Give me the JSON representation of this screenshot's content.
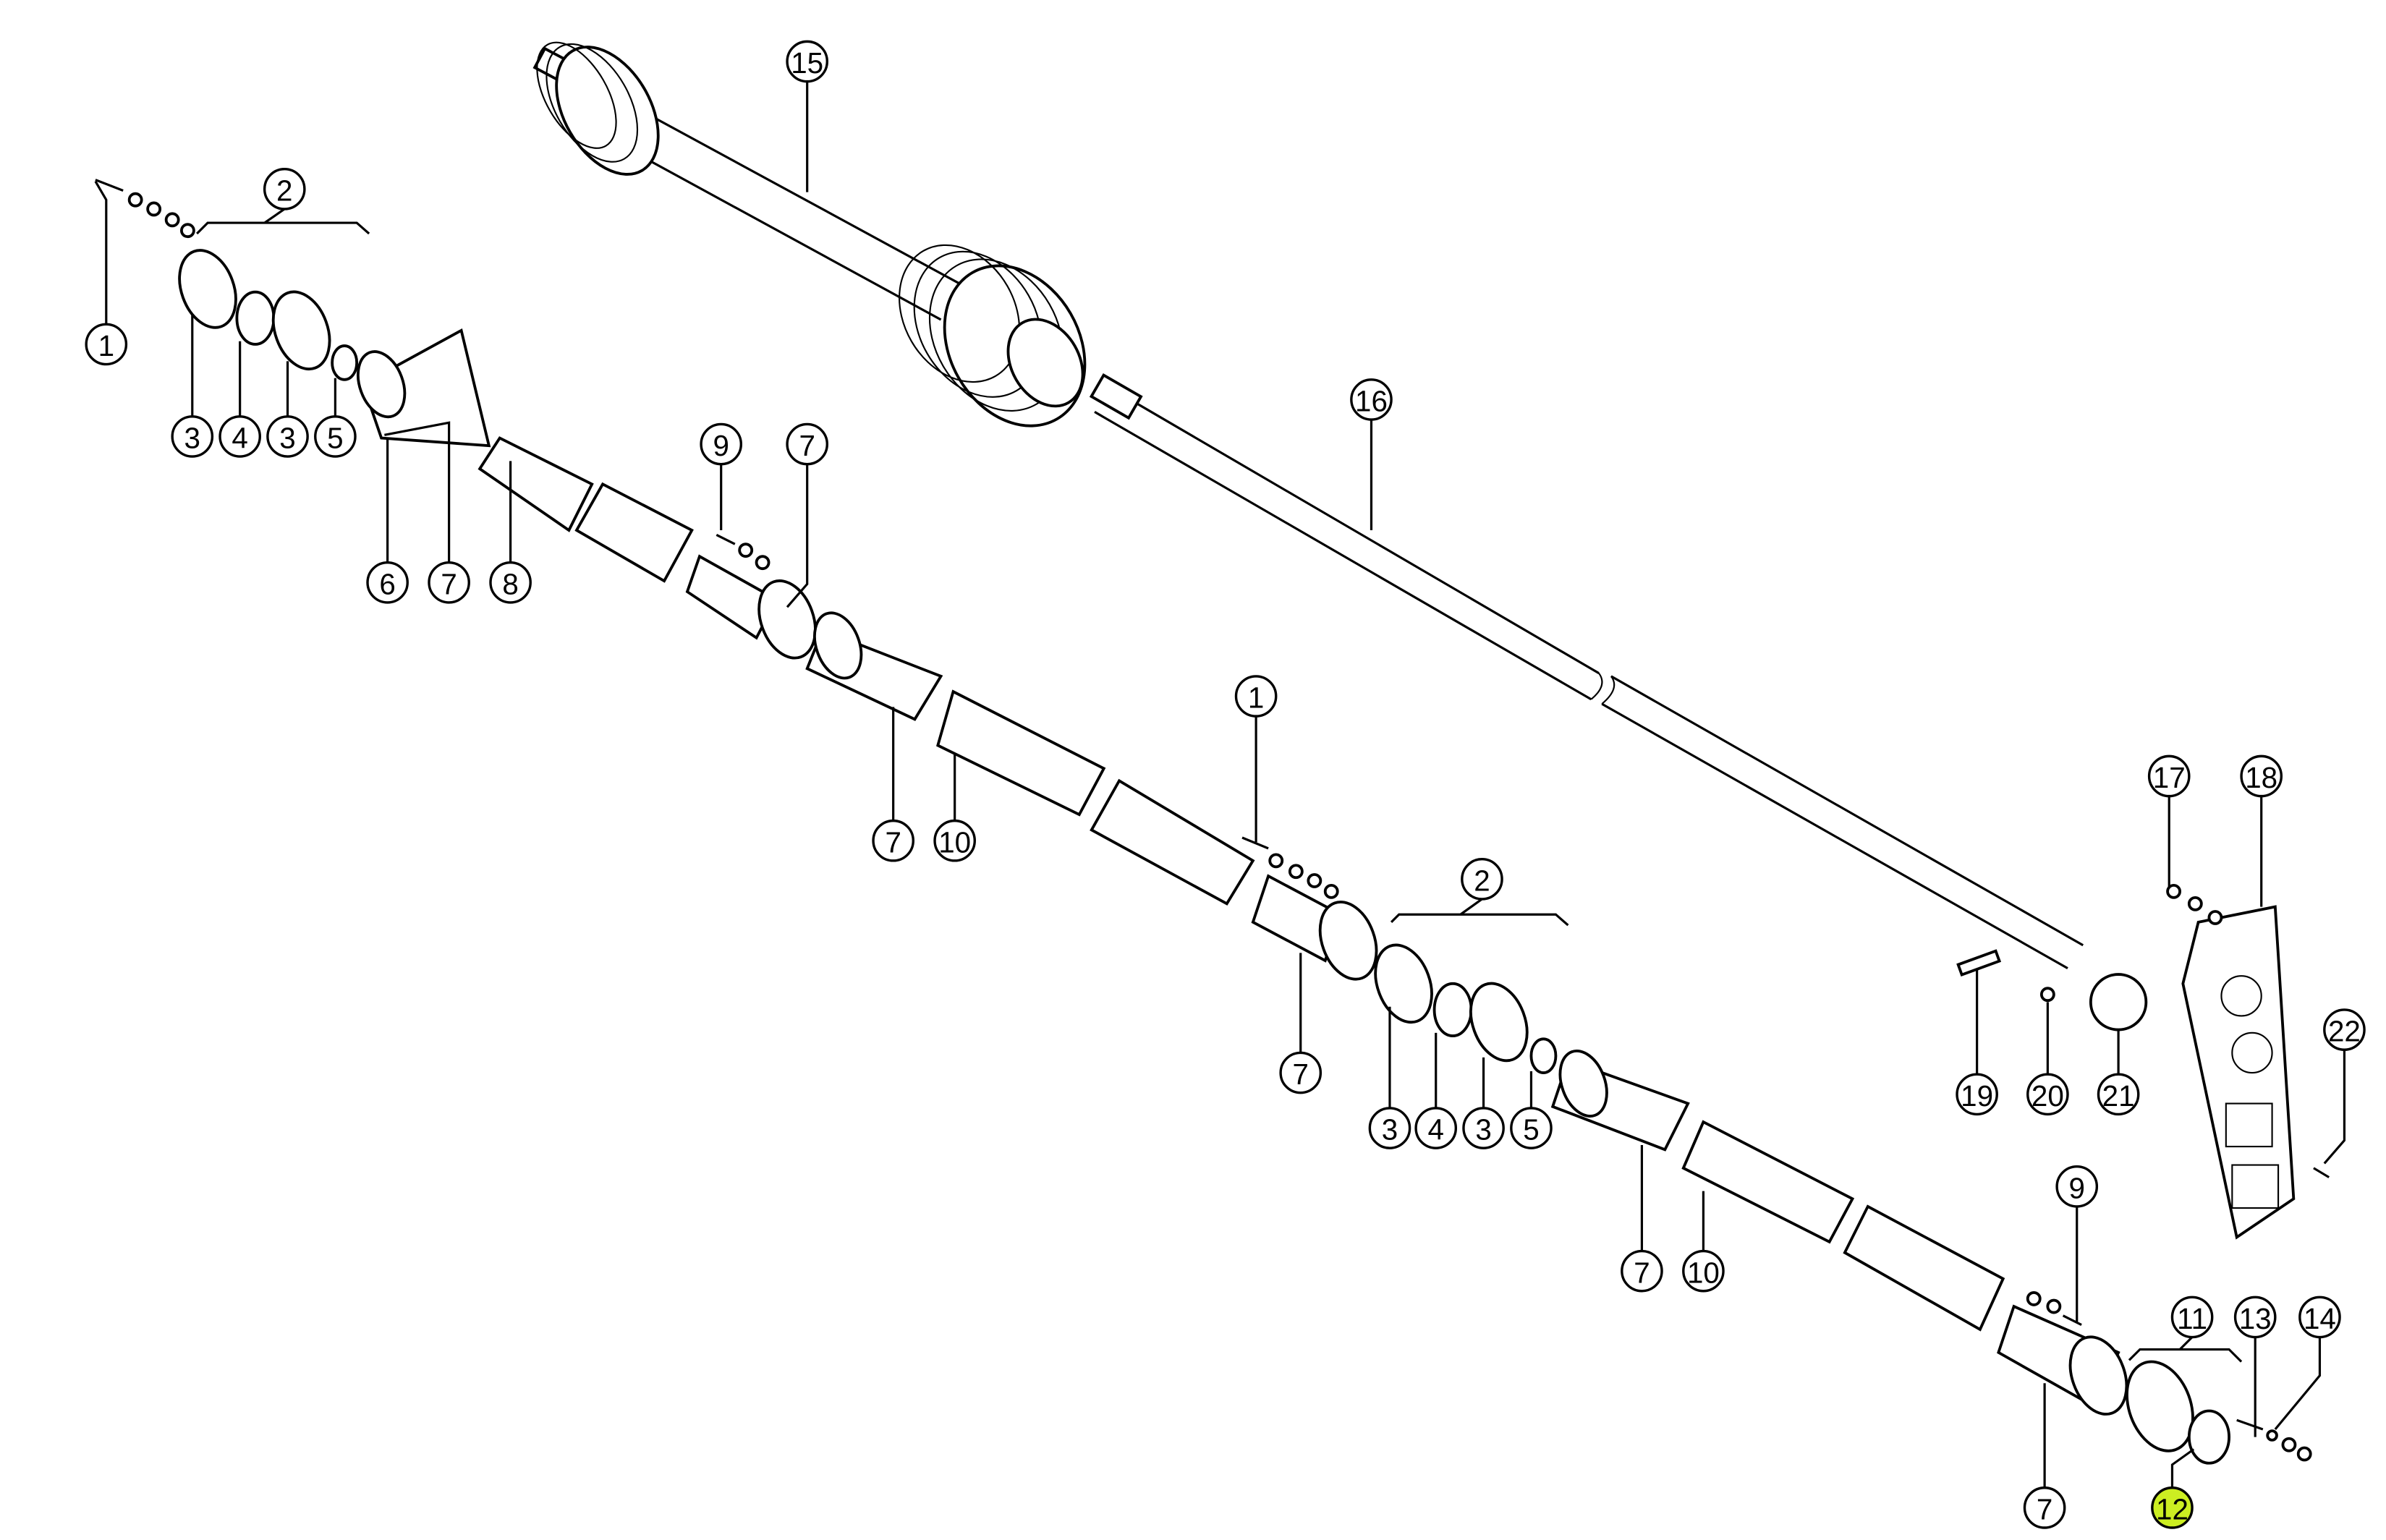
{
  "diagram": {
    "title": "Drive shaft assembly exploded parts view",
    "highlight_color": "#ccee22",
    "callouts": [
      "1",
      "2",
      "3",
      "4",
      "3",
      "5",
      "6",
      "7",
      "8",
      "9",
      "7",
      "15",
      "16",
      "7",
      "10",
      "1",
      "2",
      "7",
      "3",
      "4",
      "3",
      "5",
      "7",
      "10",
      "17",
      "18",
      "22",
      "19",
      "20",
      "21",
      "9",
      "11",
      "13",
      "14",
      "7",
      "12"
    ],
    "highlighted": "12"
  }
}
